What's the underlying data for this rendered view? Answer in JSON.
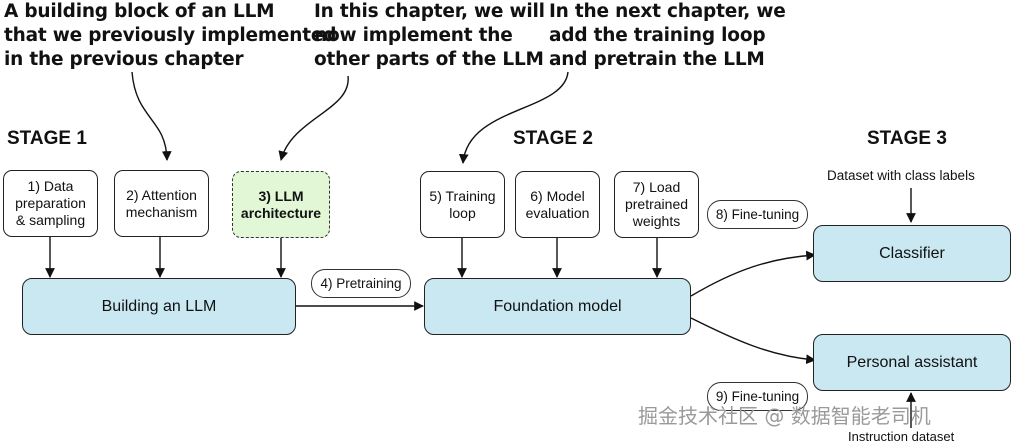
{
  "annotations": {
    "prev_chapter": "A building block of an LLM\nthat we previously implemented\nin the previous chapter",
    "this_chapter": "In this chapter, we will\nnow implement the\nother parts of the LLM",
    "next_chapter": "In the next chapter, we\nadd the training loop\nand pretrain the LLM"
  },
  "stages": {
    "stage1": "STAGE 1",
    "stage2": "STAGE 2",
    "stage3": "STAGE 3"
  },
  "steps": {
    "data_prep": "1) Data\npreparation\n& sampling",
    "attention": "2) Attention\nmechanism",
    "llm_arch": "3) LLM\narchitecture",
    "training_loop": "5) Training\nloop",
    "model_eval": "6) Model\nevaluation",
    "load_weights": "7) Load\npretrained\nweights"
  },
  "main_boxes": {
    "building_llm": "Building an LLM",
    "foundation_model": "Foundation model",
    "classifier": "Classifier",
    "personal_assistant": "Personal assistant"
  },
  "edge_labels": {
    "pretraining": "4) Pretraining",
    "fine_tuning_8": "8) Fine-tuning",
    "fine_tuning_9": "9) Fine-tuning"
  },
  "inputs": {
    "class_labels": "Dataset with class labels",
    "instruction": "Instruction dataset"
  },
  "watermark": "掘金技术社区 @ 数据智能老司机",
  "colors": {
    "box_fill": "#c9e8f2",
    "highlight_fill": "#e2f7d6",
    "stroke": "#222222"
  }
}
